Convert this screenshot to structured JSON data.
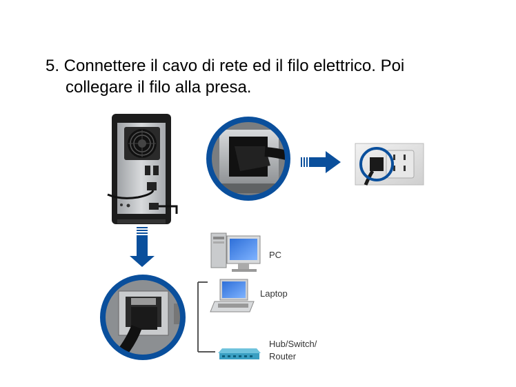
{
  "instruction": {
    "line1": "5. Connettere il cavo di rete ed il filo elettrico. Poi",
    "line2": "collegare il filo alla presa."
  },
  "devices": {
    "pc": "PC",
    "laptop": "Laptop",
    "hub_line1": "Hub/Switch/",
    "hub_line2": "Router"
  },
  "colors": {
    "accent": "#0a4f9c",
    "device_body": "#b9bcc0",
    "dark_case": "#1c1c1c"
  }
}
